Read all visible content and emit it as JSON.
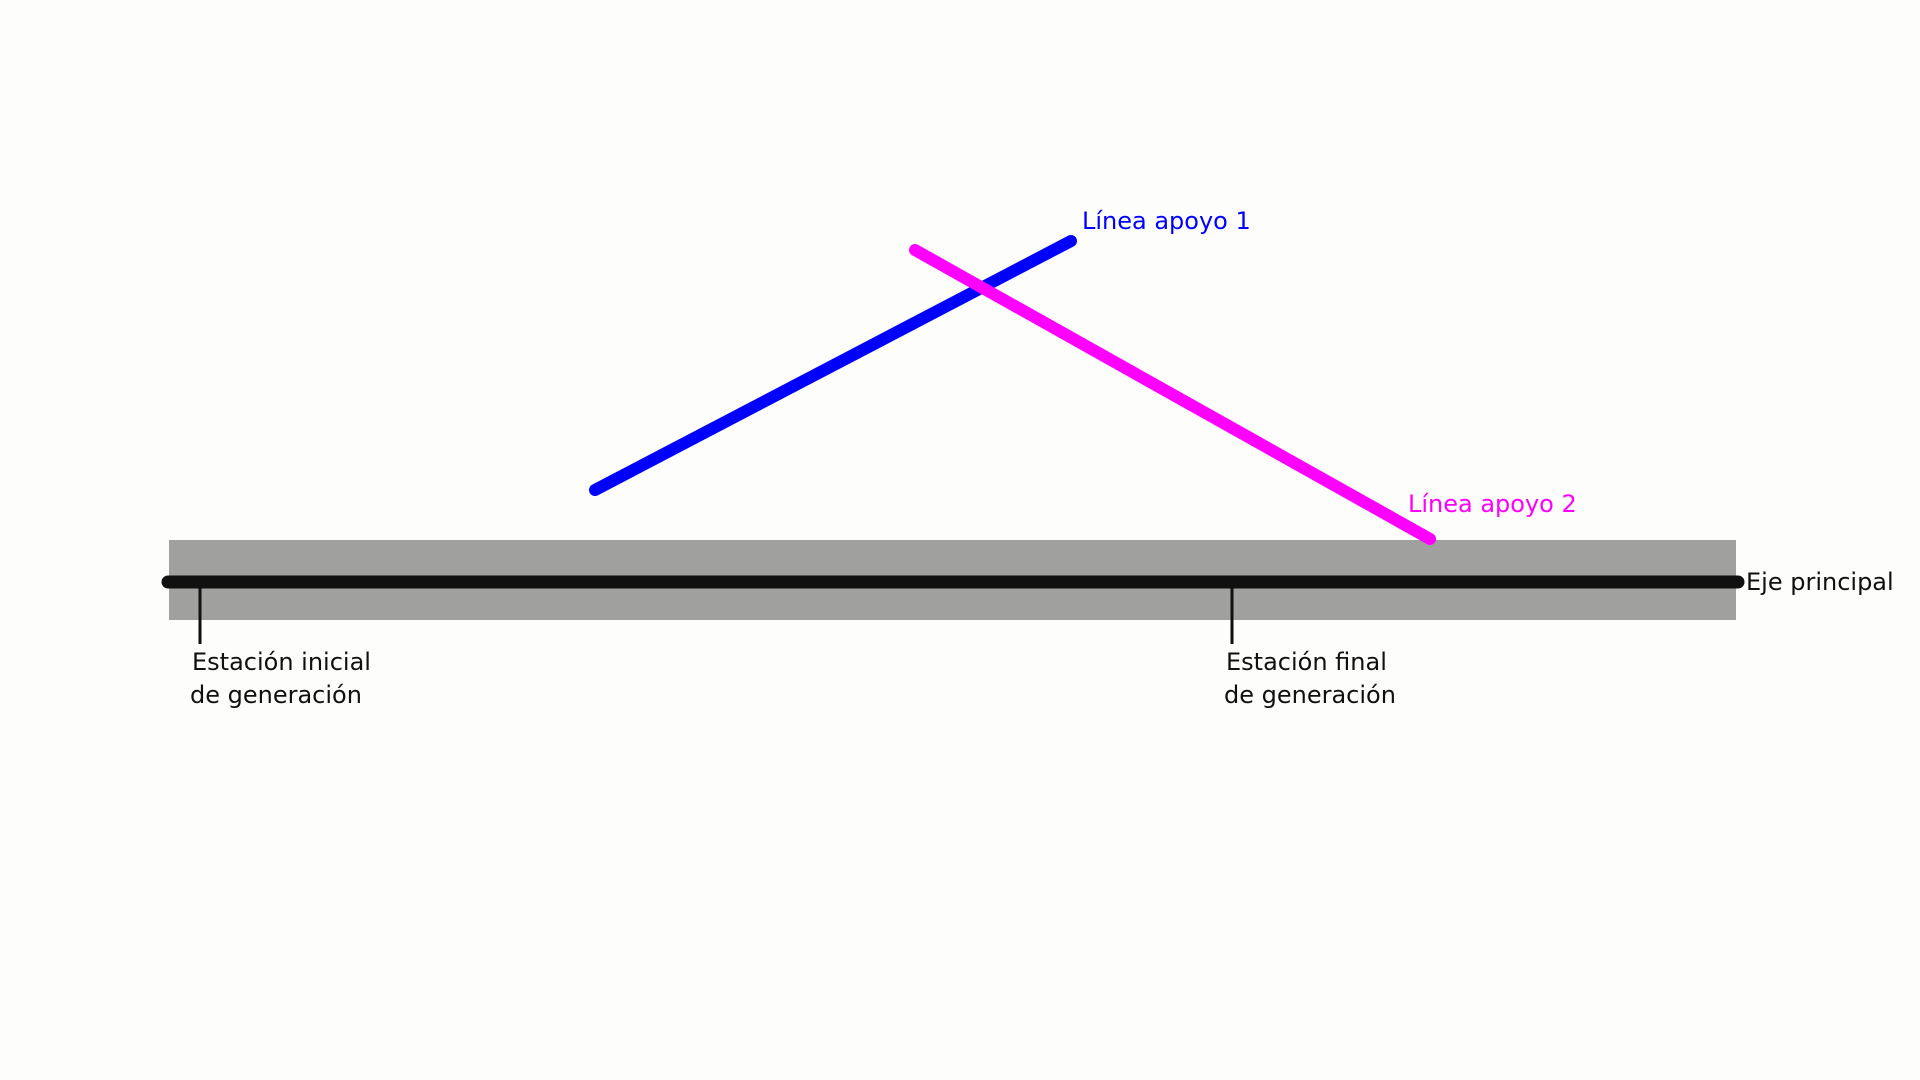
{
  "labels": {
    "support_line_1": "Línea apoyo 1",
    "support_line_2": "Línea apoyo 2",
    "main_axis": "Eje principal",
    "start_station": [
      "Estación inicial",
      "de generación"
    ],
    "end_station": [
      "Estación final",
      "de generación"
    ]
  },
  "colors": {
    "support_line_1": "#0000ff",
    "support_line_2": "#ff00ff",
    "main_axis": "#101010",
    "buffer_band": "#a0a09e",
    "background": "#fdfdfc"
  }
}
